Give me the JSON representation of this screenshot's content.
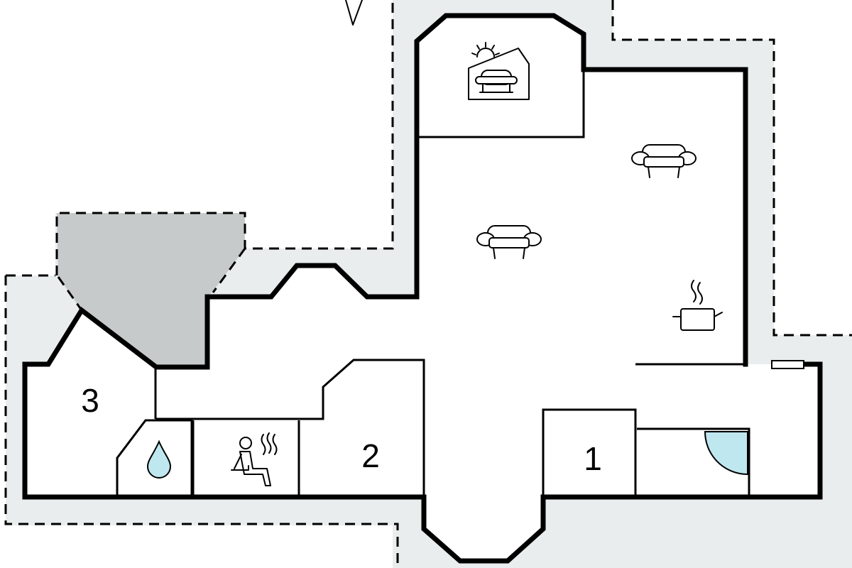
{
  "rooms": [
    {
      "number": "1",
      "kind": "bedroom"
    },
    {
      "number": "2",
      "kind": "bedroom"
    },
    {
      "number": "3",
      "kind": "bedroom"
    }
  ],
  "icons": {
    "sofa": "sofa-icon",
    "kitchen": "cooking-pot-icon",
    "sauna": "sauna-icon",
    "bathroom": "water-drop-icon",
    "conservatory": "conservatory-sun-sofa-icon",
    "shower": "quarter-circle-shower-icon",
    "north": "north-arrow-icon"
  },
  "colors": {
    "wall": "#000000",
    "terrace": "#e9eded",
    "roof": "#c7cacb",
    "water": "#bfe7f0",
    "background": "#ffffff"
  }
}
